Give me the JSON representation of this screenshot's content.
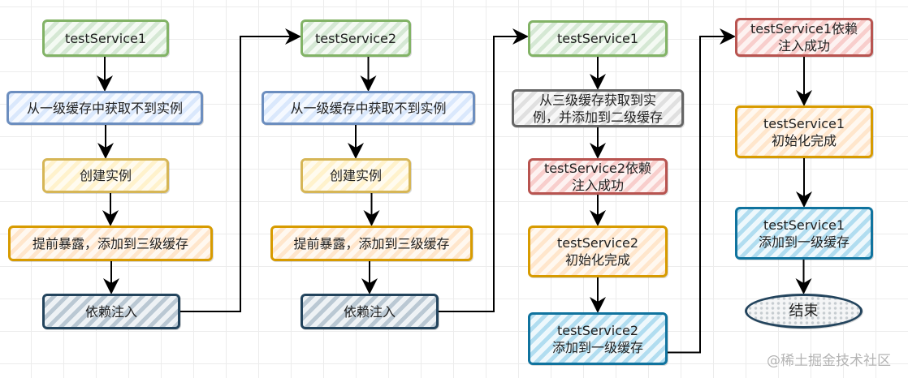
{
  "columns": [
    {
      "steps": [
        {
          "lines": [
            "testService1"
          ],
          "color": "green"
        },
        {
          "lines": [
            "从一级缓存中获取不到实例"
          ],
          "color": "blue"
        },
        {
          "lines": [
            "创建实例"
          ],
          "color": "yellow"
        },
        {
          "lines": [
            "提前暴露，添加到三级缓存"
          ],
          "color": "orange"
        },
        {
          "lines": [
            "依赖注入"
          ],
          "color": "navy"
        }
      ]
    },
    {
      "steps": [
        {
          "lines": [
            "testService2"
          ],
          "color": "green"
        },
        {
          "lines": [
            "从一级缓存中获取不到实例"
          ],
          "color": "blue"
        },
        {
          "lines": [
            "创建实例"
          ],
          "color": "yellow"
        },
        {
          "lines": [
            "提前暴露，添加到三级缓存"
          ],
          "color": "orange"
        },
        {
          "lines": [
            "依赖注入"
          ],
          "color": "navy"
        }
      ]
    },
    {
      "steps": [
        {
          "lines": [
            "testService1"
          ],
          "color": "green"
        },
        {
          "lines": [
            "从三级缓存获取到实",
            "例，并添加到二级缓存"
          ],
          "color": "gray"
        },
        {
          "lines": [
            "testService2依赖",
            "注入成功"
          ],
          "color": "red"
        },
        {
          "lines": [
            "testService2",
            "初始化完成"
          ],
          "color": "orange"
        },
        {
          "lines": [
            "testService2",
            "添加到一级缓存"
          ],
          "color": "cyan"
        }
      ]
    },
    {
      "steps": [
        {
          "lines": [
            "testService1依赖",
            "注入成功"
          ],
          "color": "red"
        },
        {
          "lines": [
            "testService1",
            "初始化完成"
          ],
          "color": "orange"
        },
        {
          "lines": [
            "testService1",
            "添加到一级缓存"
          ],
          "color": "cyan"
        },
        {
          "lines": [
            "结束"
          ],
          "color": "ellipse"
        }
      ]
    }
  ],
  "watermark": "@稀土掘金技术社区"
}
